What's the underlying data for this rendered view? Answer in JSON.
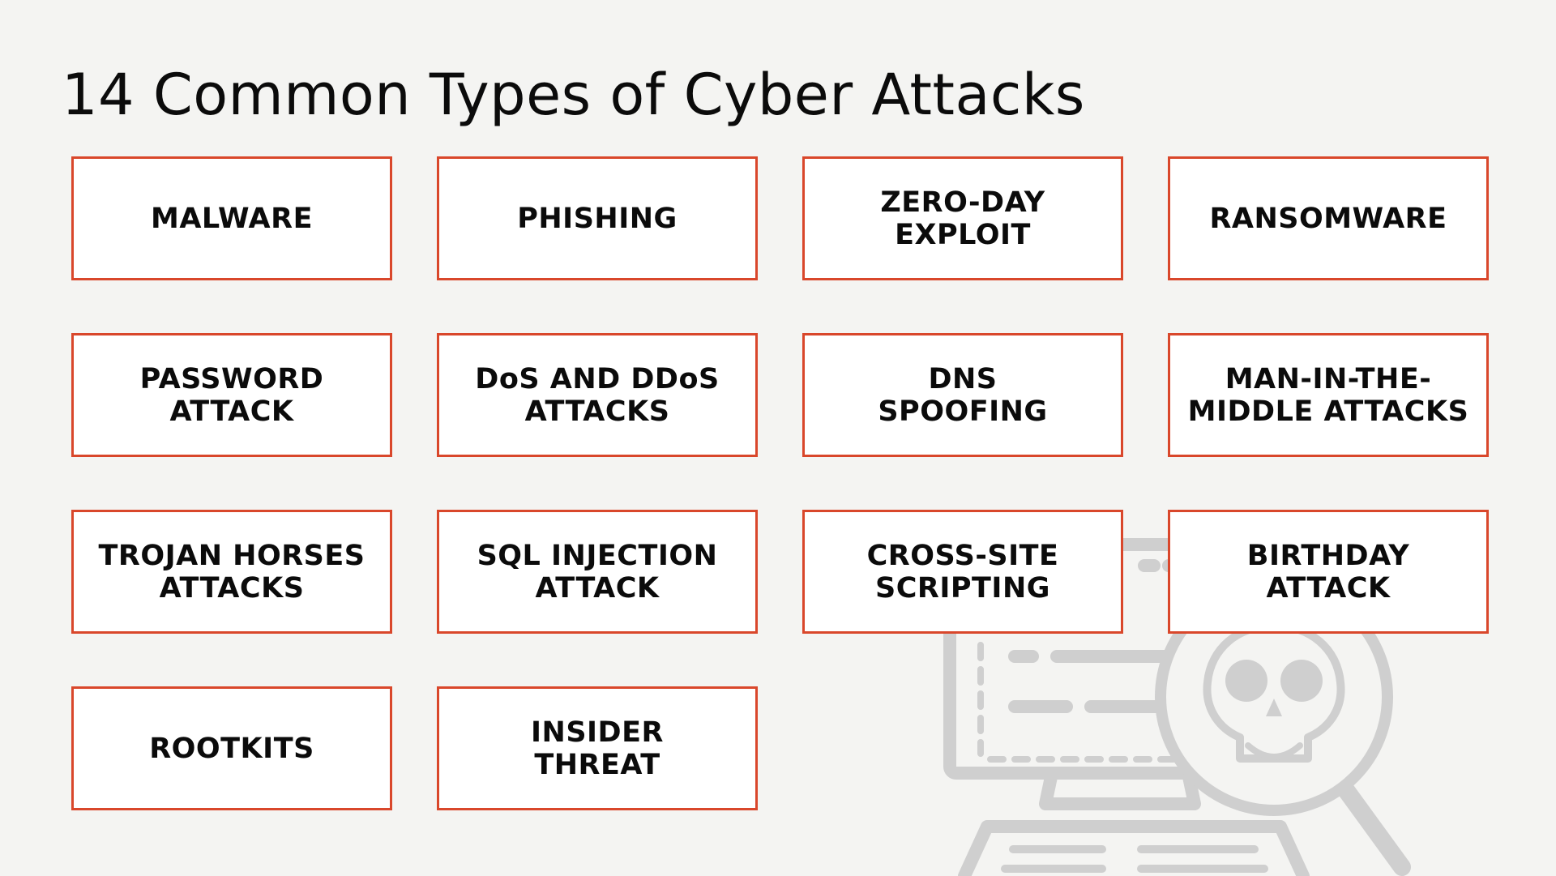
{
  "title": "14 Common Types of Cyber Attacks",
  "colors": {
    "background": "#f4f4f2",
    "card_border": "#d9472b",
    "card_fill": "#ffffff",
    "text": "#0b0b0b",
    "illustration": "#cfcfcf"
  },
  "illustration": {
    "icon": "computer-skull-magnifier"
  },
  "attacks": [
    {
      "label": "MALWARE"
    },
    {
      "label": "PHISHING"
    },
    {
      "label": "ZERO-DAY\nEXPLOIT"
    },
    {
      "label": "RANSOMWARE"
    },
    {
      "label": "PASSWORD\nATTACK"
    },
    {
      "label": "DoS AND DDoS\nATTACKS"
    },
    {
      "label": "DNS\nSPOOFING"
    },
    {
      "label": "MAN-IN-THE-\nMIDDLE ATTACKS"
    },
    {
      "label": "TROJAN HORSES\nATTACKS"
    },
    {
      "label": "SQL INJECTION\nATTACK"
    },
    {
      "label": "CROSS-SITE\nSCRIPTING"
    },
    {
      "label": "BIRTHDAY\nATTACK"
    },
    {
      "label": "ROOTKITS"
    },
    {
      "label": "INSIDER\nTHREAT"
    }
  ]
}
